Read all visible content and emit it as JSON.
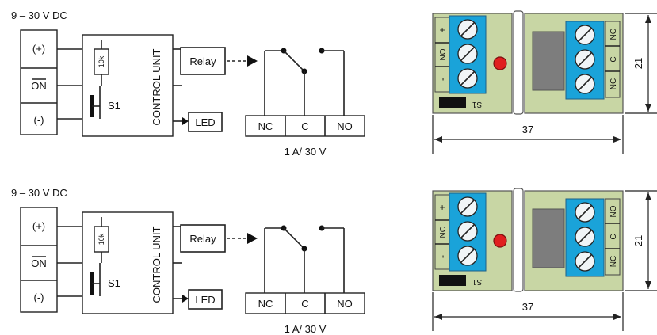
{
  "diagrams": [
    {
      "supply_label": "9 – 30 V DC",
      "inputs": [
        "(+)",
        "ON",
        "(-)"
      ],
      "resistor_label": "10k",
      "switch_label": "S1",
      "control_unit_label": "CONTROL UNIT",
      "relay_label": "Relay",
      "led_label": "LED",
      "contacts": [
        "NC",
        "C",
        "NO"
      ],
      "rating": "1 A/ 30 V",
      "board": {
        "left_terminals": [
          "+",
          "NO",
          "-"
        ],
        "right_terminals": [
          "NO",
          "C",
          "NC"
        ],
        "switch_label": "S1",
        "width_label": "37",
        "height_label": "21"
      }
    },
    {
      "supply_label": "9 – 30 V DC",
      "inputs": [
        "(+)",
        "ON",
        "(-)"
      ],
      "resistor_label": "10k",
      "switch_label": "S1",
      "control_unit_label": "CONTROL UNIT",
      "relay_label": "Relay",
      "led_label": "LED",
      "contacts": [
        "NC",
        "C",
        "NO"
      ],
      "rating": "1 A/ 30 V",
      "board": {
        "left_terminals": [
          "+",
          "NO",
          "-"
        ],
        "right_terminals": [
          "NO",
          "C",
          "NC"
        ],
        "switch_label": "S1",
        "width_label": "37",
        "height_label": "21"
      }
    }
  ],
  "colors": {
    "pcb": "#c8d6a4",
    "terminal": "#1aa3d9",
    "relay": "#7d7d7d",
    "led": "#e01f1f"
  }
}
